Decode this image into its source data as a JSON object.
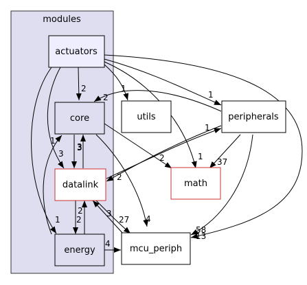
{
  "cluster": {
    "label": "modules"
  },
  "colors": {
    "cluster_fill": "#dedef0",
    "cluster_stroke": "#333333",
    "node_stroke_default": "#000000",
    "node_stroke_highlight": "#cc3333",
    "inner_fill": "#dedef0",
    "actuators_fill": "#eeeeff",
    "outer_fill": "#ffffff"
  },
  "nodes": {
    "actuators": {
      "label": "actuators"
    },
    "core": {
      "label": "core"
    },
    "datalink": {
      "label": "datalink"
    },
    "energy": {
      "label": "energy"
    },
    "utils": {
      "label": "utils"
    },
    "peripherals": {
      "label": "peripherals"
    },
    "math": {
      "label": "math"
    },
    "mcu_periph": {
      "label": "mcu_periph"
    }
  },
  "edges": {
    "act_core": "2",
    "act_utils": "1",
    "act_periph": "1",
    "act_math": "1",
    "act_mcu": "13",
    "act_datalink": "1",
    "act_energy": "1",
    "core_datalink": "3",
    "datalink_core": "3",
    "periph_core": "2",
    "core_math": "2",
    "core_mcu": "4",
    "datalink_periph": "1",
    "periph_datalink": "2",
    "periph_math": "37",
    "periph_mcu": "58",
    "datalink_energy": "2",
    "energy_datalink": "2",
    "datalink_mcu": "27",
    "mcu_datalink": "3",
    "energy_mcu": "4",
    "energy_core": "3"
  }
}
